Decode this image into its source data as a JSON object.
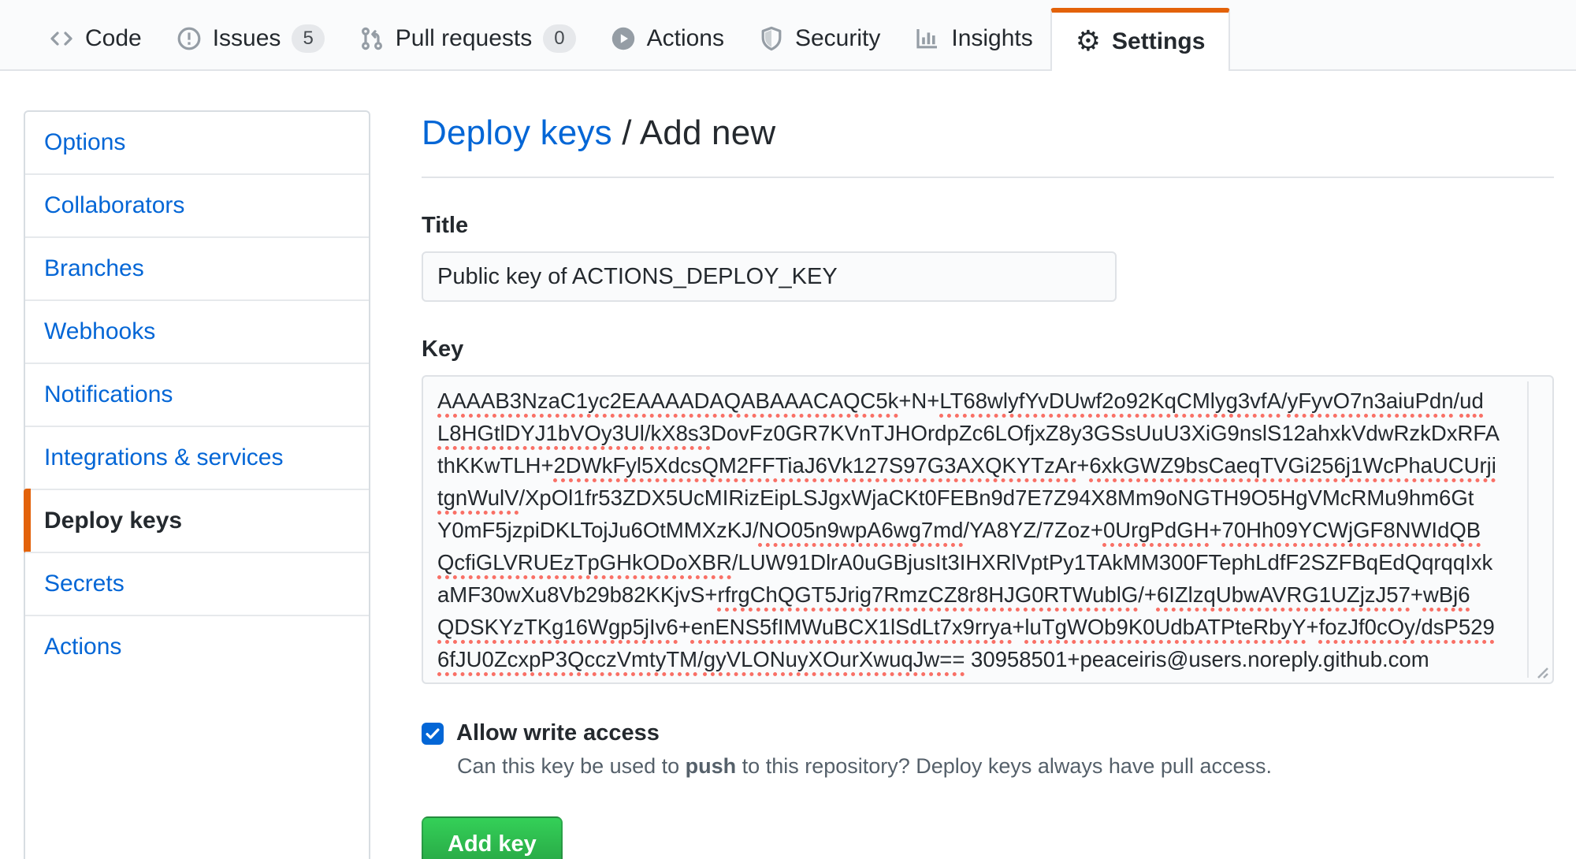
{
  "nav": {
    "tabs": [
      {
        "label": "Code",
        "icon": "code-icon",
        "active": false
      },
      {
        "label": "Issues",
        "icon": "issue-icon",
        "count": "5",
        "active": false
      },
      {
        "label": "Pull requests",
        "icon": "pull-request-icon",
        "count": "0",
        "active": false
      },
      {
        "label": "Actions",
        "icon": "play-icon",
        "active": false
      },
      {
        "label": "Security",
        "icon": "shield-icon",
        "active": false
      },
      {
        "label": "Insights",
        "icon": "graph-icon",
        "active": false
      },
      {
        "label": "Settings",
        "icon": "gear-icon",
        "active": true
      }
    ]
  },
  "sidebar": {
    "items": [
      {
        "label": "Options",
        "active": false
      },
      {
        "label": "Collaborators",
        "active": false
      },
      {
        "label": "Branches",
        "active": false
      },
      {
        "label": "Webhooks",
        "active": false
      },
      {
        "label": "Notifications",
        "active": false
      },
      {
        "label": "Integrations & services",
        "active": false
      },
      {
        "label": "Deploy keys",
        "active": true
      },
      {
        "label": "Secrets",
        "active": false
      },
      {
        "label": "Actions",
        "active": false
      }
    ]
  },
  "main": {
    "breadcrumb": {
      "link": "Deploy keys",
      "separator": "/",
      "current": "Add new"
    },
    "title_field": {
      "label": "Title",
      "value": "Public key of ACTIONS_DEPLOY_KEY"
    },
    "key_field": {
      "label": "Key",
      "lines": [
        [
          [
            "AAAAB3NzaC1yc2EAAAADAQABAAACAQC5k",
            1
          ],
          [
            "+N+",
            0
          ],
          [
            "LT68wlyfYvDUwf2o92KqCMlyg3vfA",
            1
          ],
          [
            "/",
            0
          ],
          [
            "yFyvO7n3aiuPdn",
            1
          ],
          [
            "/",
            0
          ],
          [
            "ud",
            1
          ]
        ],
        [
          [
            "L8HGtlDYJ1bVOy3Ul",
            1
          ],
          [
            "/",
            0
          ],
          [
            "kX8s3",
            1
          ],
          [
            "DovFz0GR7KVnTJHOrdpZc6LOfjxZ8y3GSsUuU3XiG9nslS12ahxkVdwRzkDxRFA",
            0
          ]
        ],
        [
          [
            "thKKwTLH",
            0
          ],
          [
            "+",
            0
          ],
          [
            "2DWkFyl5XdcsQM2FFTiaJ6Vk127S97G3AXQKYTzAr",
            1
          ],
          [
            "+",
            0
          ],
          [
            "6xkGWZ9bsCaeqTVGi256j1WcPhaUCUrji",
            1
          ]
        ],
        [
          [
            "tgnWulV",
            1
          ],
          [
            "/",
            0
          ],
          [
            "XpOl1fr53ZDX5UcMIRizEipLSJgxWjaCKt0FEBn9d7E7Z94X8Mm9oNGTH9O5HgVMcRMu9hm6Gt",
            0
          ]
        ],
        [
          [
            "Y0mF5jzpiDKLTojJu6OtMMXzKJ",
            0
          ],
          [
            "/",
            0
          ],
          [
            "NO05n9wpA6wg7md",
            1
          ],
          [
            "/",
            0
          ],
          [
            "YA8YZ",
            0
          ],
          [
            "/",
            0
          ],
          [
            "7Zoz",
            0
          ],
          [
            "+",
            0
          ],
          [
            "0UrgPdGH",
            1
          ],
          [
            "+",
            0
          ],
          [
            "70Hh09YCWjGF8NWIdQB",
            1
          ]
        ],
        [
          [
            "QcfiGLVRUEzTpGHkODoXBR",
            1
          ],
          [
            "/",
            0
          ],
          [
            "LUW91DlrA0uGBjusIt3IHXRlVptPy1TAkMM300FTephLdfF2SZFBqEdQqrqqIxk",
            0
          ]
        ],
        [
          [
            "aMF30wXu8Vb29b82KKjvS",
            0
          ],
          [
            "+",
            0
          ],
          [
            "rfrgChQGT5Jrig7RmzCZ8r8HJG0RTWublG",
            1
          ],
          [
            "/+",
            0
          ],
          [
            "6IZlzqUbwAVRG1UZjzJ57",
            1
          ],
          [
            "+",
            0
          ],
          [
            "wBj6",
            1
          ]
        ],
        [
          [
            "QDSKYzTKg16Wgp5jIv6",
            1
          ],
          [
            "+",
            0
          ],
          [
            "enENS5fIMWuBCX1lSdLt7x9rrya",
            1
          ],
          [
            "+",
            0
          ],
          [
            "luTgWOb9K0UdbATPteRbyY",
            1
          ],
          [
            "+",
            0
          ],
          [
            "fozJf0cOy",
            1
          ],
          [
            "/",
            0
          ],
          [
            "dsP529",
            1
          ]
        ],
        [
          [
            "6fJU0ZcxpP3QcczVmtyTM",
            1
          ],
          [
            "/",
            0
          ],
          [
            "gyVLONuyXOurXwuqJw==",
            1
          ],
          [
            " 30958501+peaceiris@users.noreply.github.com",
            0
          ]
        ]
      ]
    },
    "write_access": {
      "label": "Allow write access",
      "checked": true,
      "description_prefix": "Can this key be used to ",
      "description_bold": "push",
      "description_suffix": " to this repository? Deploy keys always have pull access."
    },
    "add_button": {
      "label": "Add key"
    }
  },
  "colors": {
    "link_blue": "#0366d6",
    "active_orange": "#e36209",
    "button_green": "#28a745",
    "text": "#24292e",
    "muted": "#586069",
    "nav_bg": "#fafbfc",
    "border": "#e1e4e8",
    "spellcheck_red": "#f97066"
  }
}
